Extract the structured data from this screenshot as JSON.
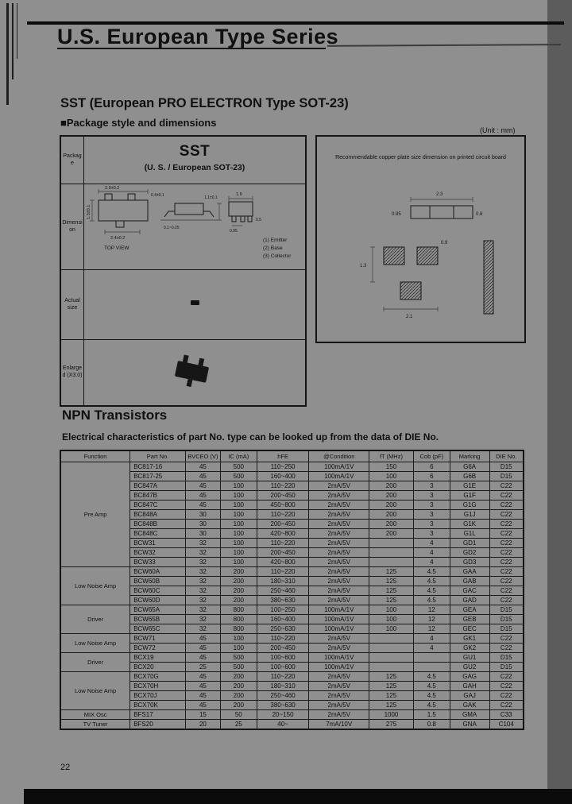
{
  "page": {
    "header_title": "U.S. European Type Series",
    "unit_note": "(Unit : mm)",
    "page_number": "22"
  },
  "sst": {
    "title": "SST (European PRO ELECTRON Type SOT-23)",
    "subtitle": "■Package style and dimensions",
    "package_panel": {
      "row_labels": [
        "Package",
        "Dimension",
        "Actual size",
        "Enlarged (X3.0)"
      ],
      "name": "SST",
      "name_sub": "(U. S. / European SOT-23)",
      "top_view": "TOP VIEW",
      "legend": [
        "(1) Emitter",
        "(2) Base",
        "(3) Collector"
      ],
      "dims": {
        "body_len": "2.9±0.2",
        "body_wid": "1.3±0.1",
        "lead_span": "2.4±0.2",
        "lead_wid": "0.4±0.1",
        "pitch": "1.9",
        "half_pitch": "0.95",
        "lead_len": "0.5",
        "height": "1.1±0.1",
        "standoff": "0.1~0.25"
      }
    },
    "pcb_panel": {
      "title": "Recommendable copper plate size dimension on printed circuit board",
      "dims": {
        "d1": "0.95",
        "d2": "2.3",
        "d3": "0.8",
        "d4": "0.9",
        "d5": "1.3",
        "d6": "2.1"
      }
    }
  },
  "npn": {
    "title": "NPN Transistors",
    "subtitle": "Electrical characteristics of part No. type can be looked up from the data of DIE No.",
    "table": {
      "headers": [
        "Function",
        "Part No.",
        "BVCEO (V)",
        "IC (mA)",
        "hFE",
        "@Condition",
        "fT (MHz)",
        "Cob (pF)",
        "Marking",
        "DIE No."
      ],
      "groups": [
        {
          "label": "Pre Amp",
          "span": 11
        },
        {
          "label": "Low Noise Amp",
          "span": 4
        },
        {
          "label": "Driver",
          "span": 3
        },
        {
          "label": "Low Noise Amp",
          "span": 2
        },
        {
          "label": "Driver",
          "span": 2
        },
        {
          "label": "Low Noise Amp",
          "span": 4
        },
        {
          "label": "MIX Osc",
          "span": 1
        },
        {
          "label": "TV Tuner",
          "span": 1
        }
      ],
      "rows": [
        [
          "BC817-16",
          "45",
          "500",
          "110~250",
          "100mA/1V",
          "150",
          "6",
          "G6A",
          "D15"
        ],
        [
          "BC817-25",
          "45",
          "500",
          "160~400",
          "100mA/1V",
          "100",
          "6",
          "G6B",
          "D15"
        ],
        [
          "BC847A",
          "45",
          "100",
          "110~220",
          "2mA/5V",
          "200",
          "3",
          "G1E",
          "C22"
        ],
        [
          "BC847B",
          "45",
          "100",
          "200~450",
          "2mA/5V",
          "200",
          "3",
          "G1F",
          "C22"
        ],
        [
          "BC847C",
          "45",
          "100",
          "450~800",
          "2mA/5V",
          "200",
          "3",
          "G1G",
          "C22"
        ],
        [
          "BC848A",
          "30",
          "100",
          "110~220",
          "2mA/5V",
          "200",
          "3",
          "G1J",
          "C22"
        ],
        [
          "BC848B",
          "30",
          "100",
          "200~450",
          "2mA/5V",
          "200",
          "3",
          "G1K",
          "C22"
        ],
        [
          "BC848C",
          "30",
          "100",
          "420~800",
          "2mA/5V",
          "200",
          "3",
          "G1L",
          "C22"
        ],
        [
          "BCW31",
          "32",
          "100",
          "110~220",
          "2mA/5V",
          "",
          "4",
          "GD1",
          "C22"
        ],
        [
          "BCW32",
          "32",
          "100",
          "200~450",
          "2mA/5V",
          "",
          "4",
          "GD2",
          "C22"
        ],
        [
          "BCW33",
          "32",
          "100",
          "420~800",
          "2mA/5V",
          "",
          "4",
          "GD3",
          "C22"
        ],
        [
          "BCW60A",
          "32",
          "200",
          "110~220",
          "2mA/5V",
          "125",
          "4.5",
          "GAA",
          "C22"
        ],
        [
          "BCW60B",
          "32",
          "200",
          "180~310",
          "2mA/5V",
          "125",
          "4.5",
          "GAB",
          "C22"
        ],
        [
          "BCW60C",
          "32",
          "200",
          "250~460",
          "2mA/5V",
          "125",
          "4.5",
          "GAC",
          "C22"
        ],
        [
          "BCW60D",
          "32",
          "200",
          "380~630",
          "2mA/5V",
          "125",
          "4.5",
          "GAD",
          "C22"
        ],
        [
          "BCW65A",
          "32",
          "800",
          "100~250",
          "100mA/1V",
          "100",
          "12",
          "GEA",
          "D15"
        ],
        [
          "BCW65B",
          "32",
          "800",
          "160~400",
          "100mA/1V",
          "100",
          "12",
          "GEB",
          "D15"
        ],
        [
          "BCW65C",
          "32",
          "800",
          "250~630",
          "100mA/1V",
          "100",
          "12",
          "GEC",
          "D15"
        ],
        [
          "BCW71",
          "45",
          "100",
          "110~220",
          "2mA/5V",
          "",
          "4",
          "GK1",
          "C22"
        ],
        [
          "BCW72",
          "45",
          "100",
          "200~450",
          "2mA/5V",
          "",
          "4",
          "GK2",
          "C22"
        ],
        [
          "BCX19",
          "45",
          "500",
          "100~600",
          "100mA/1V",
          "",
          "",
          "GU1",
          "D15"
        ],
        [
          "BCX20",
          "25",
          "500",
          "100~600",
          "100mA/1V",
          "",
          "",
          "GU2",
          "D15"
        ],
        [
          "BCX70G",
          "45",
          "200",
          "110~220",
          "2mA/5V",
          "125",
          "4.5",
          "GAG",
          "C22"
        ],
        [
          "BCX70H",
          "45",
          "200",
          "180~310",
          "2mA/5V",
          "125",
          "4.5",
          "GAH",
          "C22"
        ],
        [
          "BCX70J",
          "45",
          "200",
          "250~460",
          "2mA/5V",
          "125",
          "4.5",
          "GAJ",
          "C22"
        ],
        [
          "BCX70K",
          "45",
          "200",
          "380~630",
          "2mA/5V",
          "125",
          "4.5",
          "GAK",
          "C22"
        ],
        [
          "BFS17",
          "15",
          "50",
          "20~150",
          "2mA/5V",
          "1000",
          "1.5",
          "GMA",
          "C33"
        ],
        [
          "BFS20",
          "20",
          "25",
          "40~",
          "7mA/10V",
          "275",
          "0.8",
          "GNA",
          "C104"
        ]
      ]
    }
  }
}
